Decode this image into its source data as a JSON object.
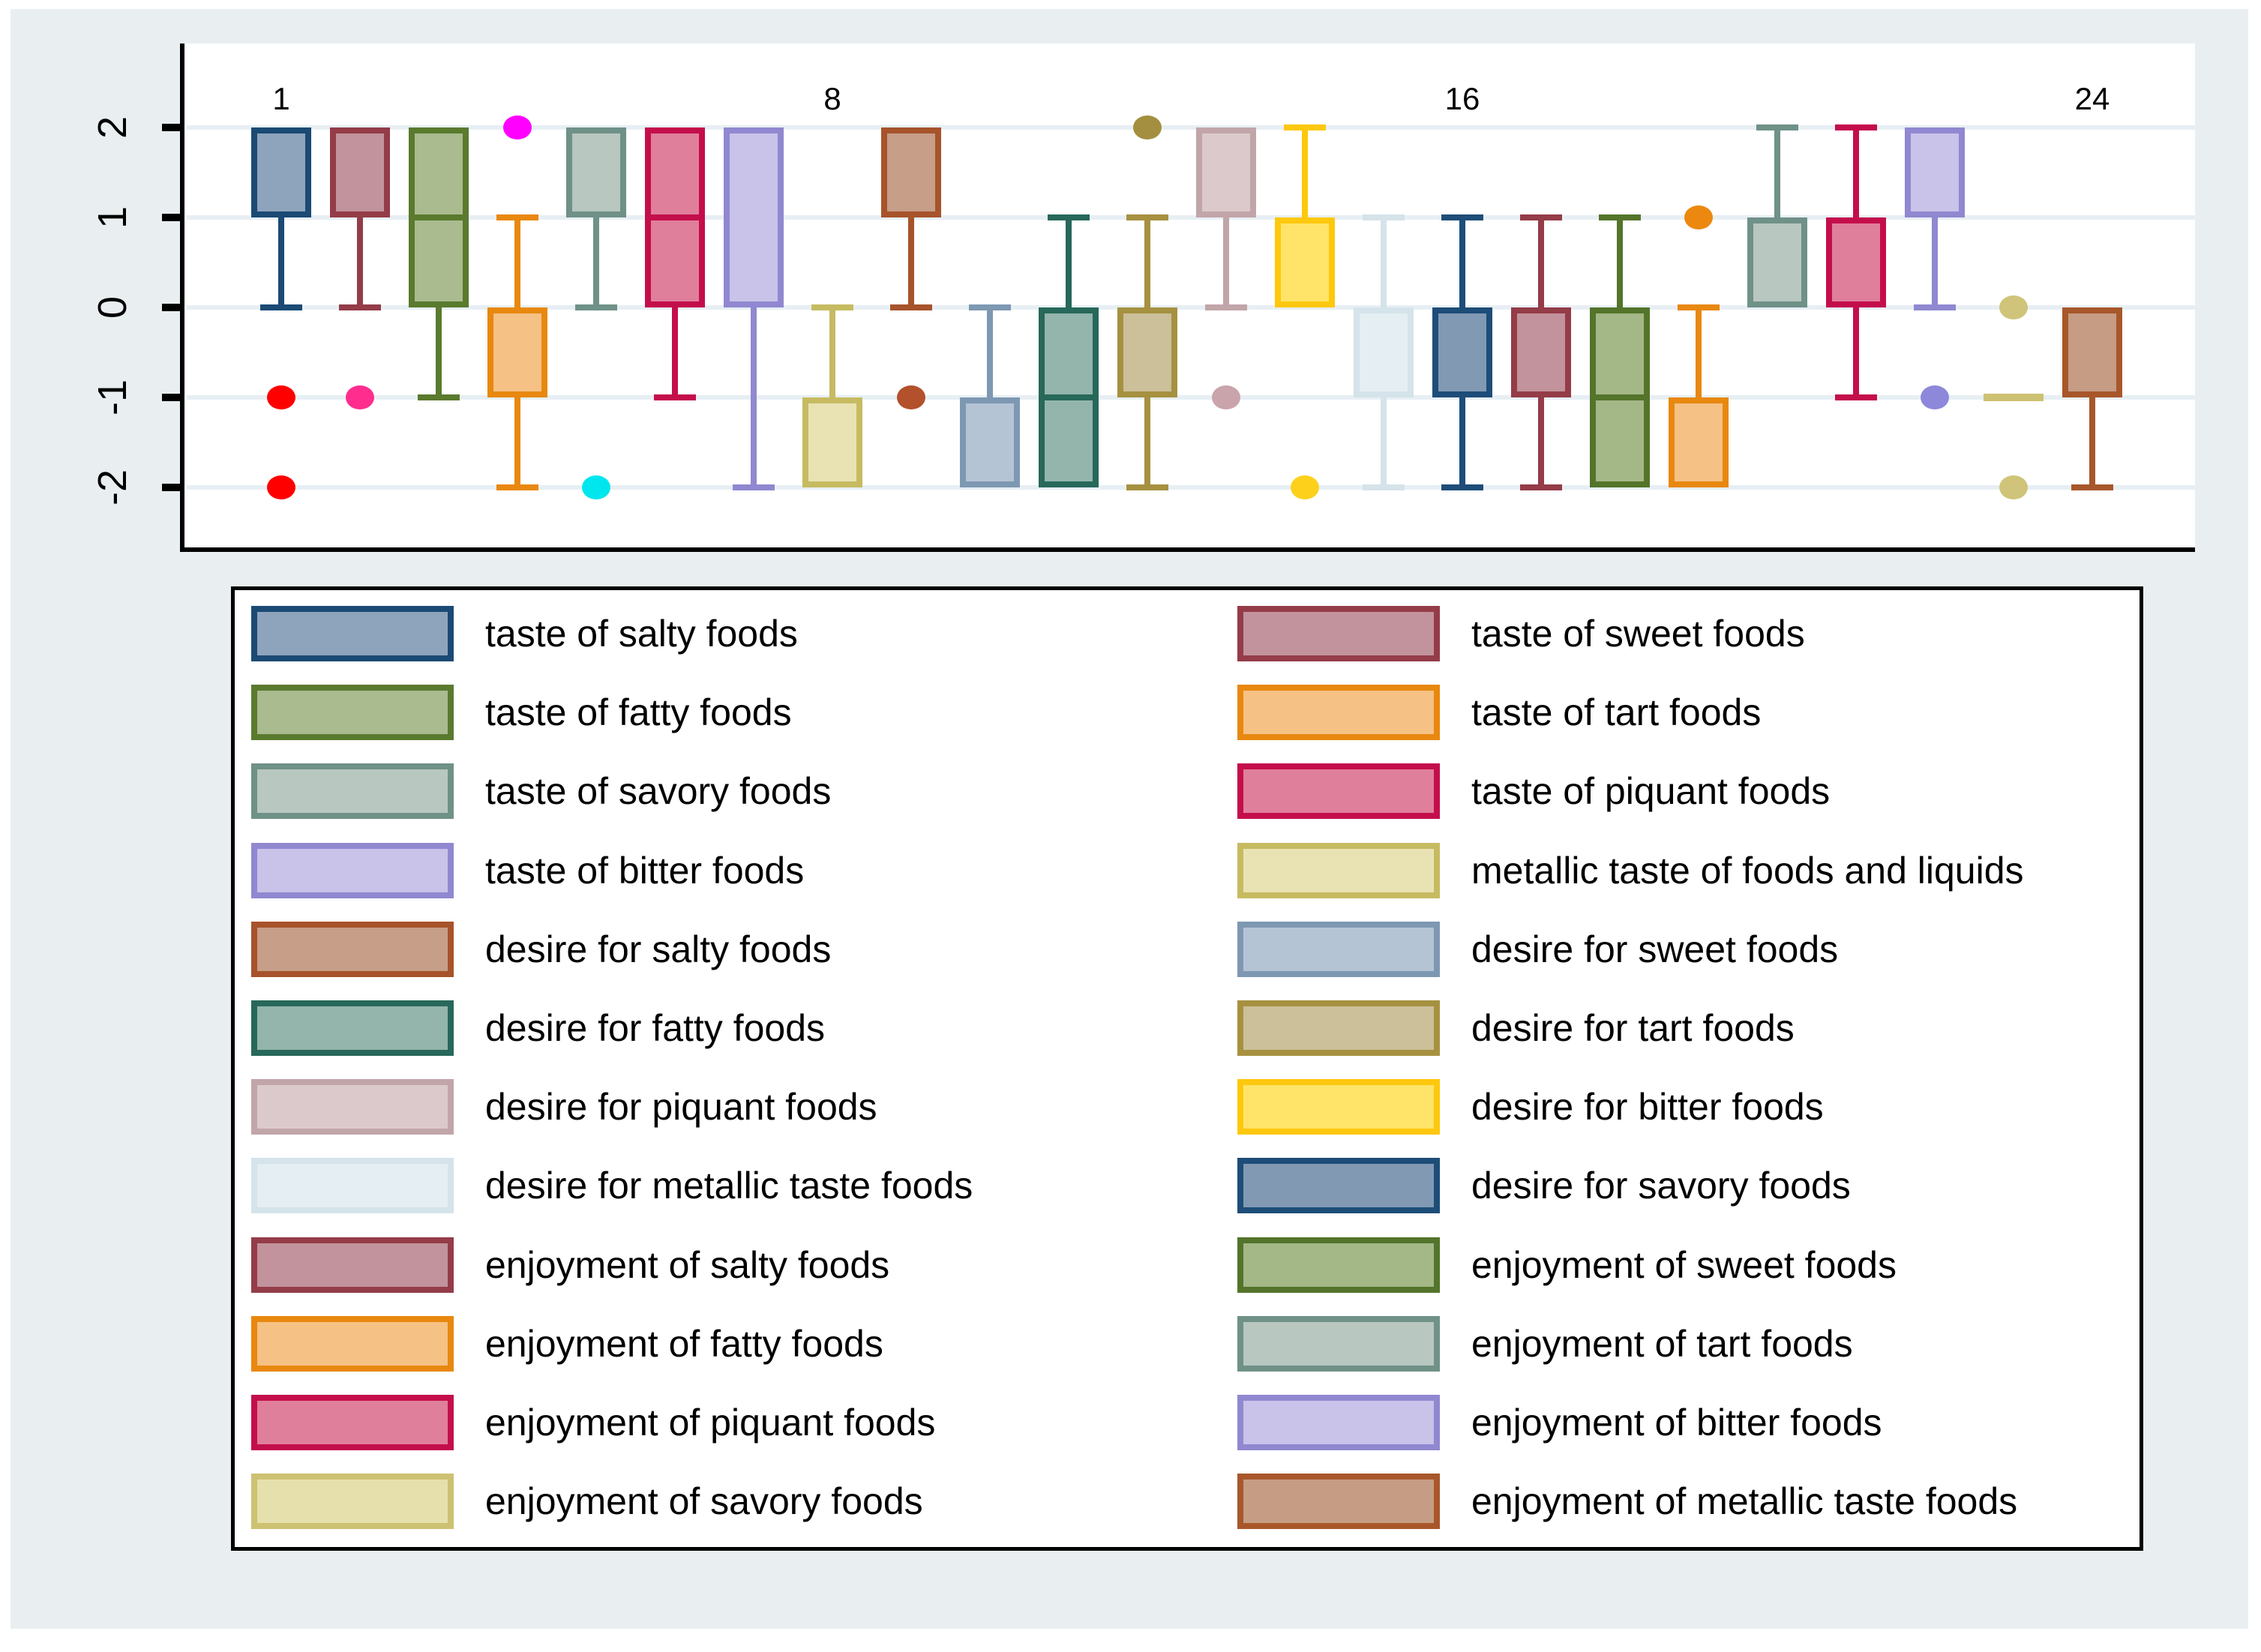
{
  "figure": {
    "page_bg": "#ffffff",
    "region_bg": "#e9eff1",
    "plot_bg": "#ffffff",
    "grid_color": "#e7eff4",
    "axis_color": "#000000",
    "legend_bg": "#ffffff",
    "legend_border": "#000000",
    "text_color": "#000000"
  },
  "chart_data": {
    "type": "box",
    "title": "",
    "xlabel": "",
    "ylabel": "",
    "grid": true,
    "legend_position": "bottom",
    "legend_columns": 2,
    "x_axis": {
      "top_labels": [
        {
          "label": "1",
          "at": 1
        },
        {
          "label": "8",
          "at": 8
        },
        {
          "label": "16",
          "at": 16
        },
        {
          "label": "24",
          "at": 24
        }
      ]
    },
    "y_axis": {
      "min": -2,
      "max": 2,
      "ticks": [
        {
          "label": "2",
          "value": 2
        },
        {
          "label": "1",
          "value": 1
        },
        {
          "label": "0",
          "value": 0
        },
        {
          "label": "-1",
          "value": -1
        },
        {
          "label": "-2",
          "value": -2
        }
      ]
    },
    "series": [
      {
        "label": "taste of salty foods",
        "fill": "#8ea4bc",
        "stroke": "#1b4a74",
        "q1": 1,
        "median": 1,
        "q3": 2,
        "whisker_low": 0,
        "whisker_high": null,
        "outliers": [
          {
            "value": -1,
            "color": "#ff0000"
          },
          {
            "value": -2,
            "color": "#ff0000"
          }
        ]
      },
      {
        "label": "taste of sweet foods",
        "fill": "#c2939c",
        "stroke": "#943c48",
        "q1": 1,
        "median": 1,
        "q3": 2,
        "whisker_low": 0,
        "whisker_high": null,
        "outliers": [
          {
            "value": -1,
            "color": "#ff2d8e"
          }
        ]
      },
      {
        "label": "taste of fatty foods",
        "fill": "#a9bb8f",
        "stroke": "#5a7a2e",
        "q1": 0,
        "median": 1,
        "q3": 2,
        "whisker_low": -1,
        "whisker_high": null,
        "outliers": []
      },
      {
        "label": "taste of tart foods",
        "fill": "#f5c185",
        "stroke": "#e8880f",
        "q1": -1,
        "median": 0,
        "q3": 0,
        "whisker_low": -2,
        "whisker_high": 1,
        "outliers": [
          {
            "value": 2,
            "color": "#ff00ff"
          }
        ]
      },
      {
        "label": "taste of savory foods",
        "fill": "#b8c7c0",
        "stroke": "#6f9187",
        "q1": 1,
        "median": 1,
        "q3": 2,
        "whisker_low": 0,
        "whisker_high": null,
        "outliers": [
          {
            "value": -2,
            "color": "#00e6ee"
          }
        ]
      },
      {
        "label": "taste of piquant foods",
        "fill": "#e07f9b",
        "stroke": "#c40e4c",
        "q1": 0,
        "median": 1,
        "q3": 2,
        "whisker_low": -1,
        "whisker_high": null,
        "outliers": []
      },
      {
        "label": "taste of bitter foods",
        "fill": "#c9c2e9",
        "stroke": "#9088d0",
        "q1": 0,
        "median": 0,
        "q3": 2,
        "whisker_low": -2,
        "whisker_high": null,
        "outliers": []
      },
      {
        "label": "metallic taste of foods and liquids",
        "fill": "#e9e3b3",
        "stroke": "#c6bb61",
        "q1": -2,
        "median": -1,
        "q3": -1,
        "whisker_low": null,
        "whisker_high": 0,
        "outliers": []
      },
      {
        "label": "desire for salty foods",
        "fill": "#c79e88",
        "stroke": "#a7532b",
        "q1": 1,
        "median": 1,
        "q3": 2,
        "whisker_low": 0,
        "whisker_high": null,
        "outliers": [
          {
            "value": -1,
            "color": "#b2512c"
          }
        ]
      },
      {
        "label": "desire for sweet foods",
        "fill": "#b5c4d5",
        "stroke": "#7e98b2",
        "q1": -2,
        "median": -1,
        "q3": -1,
        "whisker_low": null,
        "whisker_high": 0,
        "outliers": []
      },
      {
        "label": "desire for fatty foods",
        "fill": "#93b5ac",
        "stroke": "#27685a",
        "q1": -2,
        "median": -1,
        "q3": 0,
        "whisker_low": null,
        "whisker_high": 1,
        "outliers": []
      },
      {
        "label": "desire for tart foods",
        "fill": "#cbc09a",
        "stroke": "#a69140",
        "q1": -1,
        "median": 0,
        "q3": 0,
        "whisker_low": -2,
        "whisker_high": 1,
        "outliers": [
          {
            "value": 2,
            "color": "#a38f3f"
          }
        ]
      },
      {
        "label": "desire for piquant foods",
        "fill": "#dcc9cb",
        "stroke": "#c1a5a9",
        "q1": 1,
        "median": 1,
        "q3": 2,
        "whisker_low": 0,
        "whisker_high": null,
        "outliers": [
          {
            "value": -1,
            "color": "#c9a4aa"
          }
        ]
      },
      {
        "label": "desire for bitter foods",
        "fill": "#ffe469",
        "stroke": "#fdc80d",
        "q1": 0,
        "median": 1,
        "q3": 1,
        "whisker_low": null,
        "whisker_high": 2,
        "outliers": [
          {
            "value": -2,
            "color": "#fdd11b"
          }
        ]
      },
      {
        "label": "desire for metallic taste foods",
        "fill": "#e4eef3",
        "stroke": "#d5e3ea",
        "q1": -1,
        "median": 0,
        "q3": 0,
        "whisker_low": -2,
        "whisker_high": 1,
        "outliers": []
      },
      {
        "label": "desire for savory foods",
        "fill": "#8199b3",
        "stroke": "#1d4d78",
        "q1": -1,
        "median": 0,
        "q3": 0,
        "whisker_low": -2,
        "whisker_high": 1,
        "outliers": []
      },
      {
        "label": "enjoyment of salty foods",
        "fill": "#c2939c",
        "stroke": "#943c48",
        "q1": -1,
        "median": 0,
        "q3": 0,
        "whisker_low": -2,
        "whisker_high": 1,
        "outliers": []
      },
      {
        "label": "enjoyment of sweet foods",
        "fill": "#a4b787",
        "stroke": "#53742a",
        "q1": -2,
        "median": -1,
        "q3": 0,
        "whisker_low": null,
        "whisker_high": 1,
        "outliers": []
      },
      {
        "label": "enjoyment of fatty foods",
        "fill": "#f5c185",
        "stroke": "#e8880f",
        "q1": -2,
        "median": -1,
        "q3": -1,
        "whisker_low": null,
        "whisker_high": 0,
        "outliers": [
          {
            "value": 1,
            "color": "#ec880f"
          }
        ]
      },
      {
        "label": "enjoyment of tart foods",
        "fill": "#b8c7c0",
        "stroke": "#6f9187",
        "q1": 0,
        "median": 1,
        "q3": 1,
        "whisker_low": null,
        "whisker_high": 2,
        "outliers": []
      },
      {
        "label": "enjoyment of piquant foods",
        "fill": "#e07f9b",
        "stroke": "#c40e4c",
        "q1": 0,
        "median": 1,
        "q3": 1,
        "whisker_low": -1,
        "whisker_high": 2,
        "outliers": []
      },
      {
        "label": "enjoyment of bitter foods",
        "fill": "#c9c2e9",
        "stroke": "#9088d0",
        "q1": 1,
        "median": 1,
        "q3": 2,
        "whisker_low": 0,
        "whisker_high": null,
        "outliers": [
          {
            "value": -1,
            "color": "#8d88d9"
          }
        ]
      },
      {
        "label": "enjoyment of savory foods",
        "fill": "#e6e0ac",
        "stroke": "#cdc172",
        "q1": -1,
        "median": -1,
        "q3": -1,
        "whisker_low": null,
        "whisker_high": null,
        "outliers": [
          {
            "value": 0,
            "color": "#cfc479"
          },
          {
            "value": -2,
            "color": "#cfc479"
          }
        ]
      },
      {
        "label": "enjoyment of metallic taste foods",
        "fill": "#c69c84",
        "stroke": "#a8572b",
        "q1": -1,
        "median": 0,
        "q3": 0,
        "whisker_low": -2,
        "whisker_high": null,
        "outliers": []
      }
    ]
  }
}
